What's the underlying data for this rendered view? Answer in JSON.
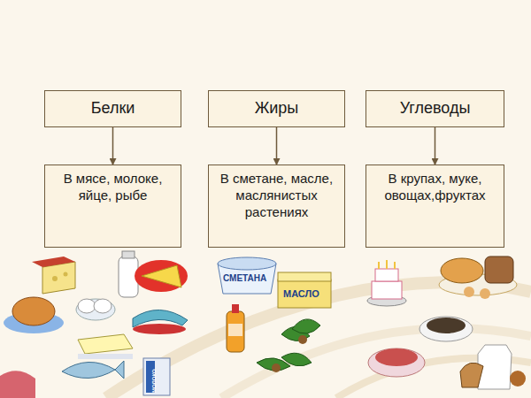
{
  "diagram": {
    "nodes": [
      {
        "text": [
          "Белки"
        ]
      },
      {
        "text": [
          "Жиры"
        ]
      },
      {
        "text": [
          "Углеводы"
        ]
      },
      {
        "text": [
          "В мясе, молоке, яйце, рыбе"
        ]
      },
      {
        "text": [
          "В сметане, масле, маслянистых растениях"
        ]
      },
      {
        "text": [
          "В крупах, муке, овощах,фруктах"
        ]
      }
    ],
    "edges": [
      {
        "from": 0,
        "to": 3,
        "arrow": "to"
      },
      {
        "from": 1,
        "to": 4,
        "arrow": "to"
      },
      {
        "from": 2,
        "to": 5,
        "arrow": "to"
      }
    ],
    "labels": [
      "СМЕТАНА",
      "МАСЛО",
      "МОЛОКО"
    ]
  }
}
